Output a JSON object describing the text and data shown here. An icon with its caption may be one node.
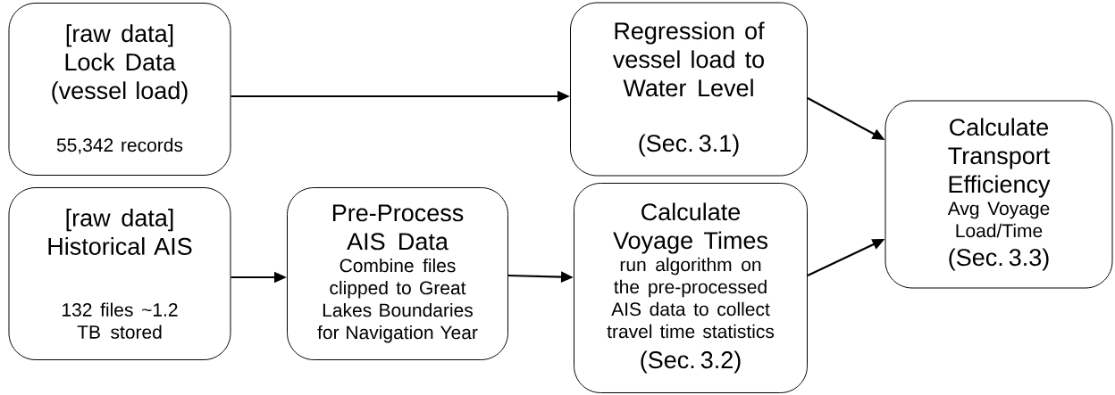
{
  "diagram": {
    "nodes": [
      {
        "text": [
          "[raw data] Lock Data (vessel load)",
          "55,342 records"
        ]
      },
      {
        "text": [
          "Regression of vessel load to Water Level",
          "(Sec. 3.1)"
        ]
      },
      {
        "text": [
          "Calculate Transport Efficiency",
          "Avg Voyage Load/Time",
          "(Sec. 3.3)"
        ]
      },
      {
        "text": [
          "[raw data] Historical AIS",
          "132 files ~1.2 TB stored"
        ]
      },
      {
        "text": [
          "Pre-Process AIS Data",
          "Combine files clipped to Great Lakes Boundaries for Navigation Year"
        ]
      },
      {
        "text": [
          "Calculate Voyage Times",
          "run algorithm on the pre-processed AIS data to collect travel time statistics",
          "(Sec. 3.2)"
        ]
      }
    ],
    "edges": [
      {
        "from": 0,
        "to": 1,
        "arrow": "to"
      },
      {
        "from": 1,
        "to": 2,
        "arrow": "to"
      },
      {
        "from": 3,
        "to": 4,
        "arrow": "to"
      },
      {
        "from": 4,
        "to": 5,
        "arrow": "to"
      },
      {
        "from": 5,
        "to": 2,
        "arrow": "to"
      }
    ]
  }
}
